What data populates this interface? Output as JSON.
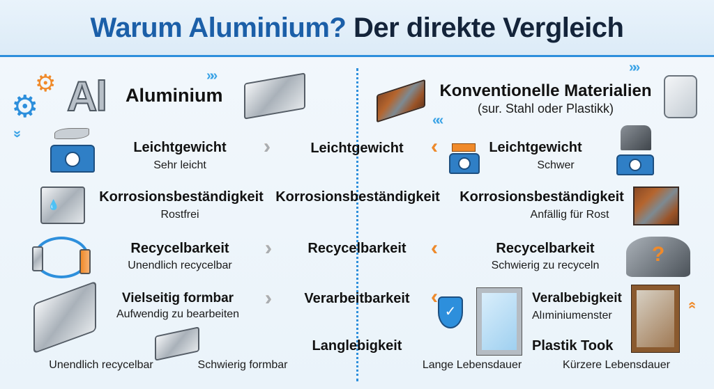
{
  "title": {
    "highlight": "Warum Aluminium?",
    "rest": " Der direkte Vergleich"
  },
  "left_header": {
    "symbol": "Al",
    "label": "Aluminium"
  },
  "right_header": {
    "label": "Konventionelle Materialien",
    "sub": "(sur. Stahl oder Plastikk)"
  },
  "rows": [
    {
      "left_title": "Leichtgewicht",
      "left_sub": "Sehr leicht",
      "center": "Leichtgewicht",
      "right_title": "Leichtgewicht",
      "right_sub": "Schwer"
    },
    {
      "left_title": "Korrosionsbeständigkeit",
      "left_sub": "Rostfrei",
      "center": "Korrosionsbeständigkeit",
      "right_title": "Korrosionsbeständigkeit",
      "right_sub": "Anfällig für Rost"
    },
    {
      "left_title": "Recycelbarkeit",
      "left_sub": "Unendlich recycelbar",
      "center": "Recycelbarkeit",
      "right_title": "Recycelbarkeit",
      "right_sub": "Schwierig zu recyceln"
    },
    {
      "left_title": "Vielseitig formbar",
      "left_sub": "Aufwendig zu bearbeiten",
      "center": "Verarbeitbarkeit",
      "right_title": "Veralbebigkeit",
      "right_sub": "Alıminiumenster"
    },
    {
      "center": "Langlebigkeit",
      "right_title": "Plastik Took"
    }
  ],
  "bottom_labels": [
    "Unendlich recycelbar",
    "Schwierig formbar",
    "Lange Lebensdauer",
    "Kürzere Lebensdauer"
  ],
  "colors": {
    "accent_blue": "#1b5fa8",
    "line_blue": "#2d8fdc",
    "orange": "#f08a2a"
  }
}
